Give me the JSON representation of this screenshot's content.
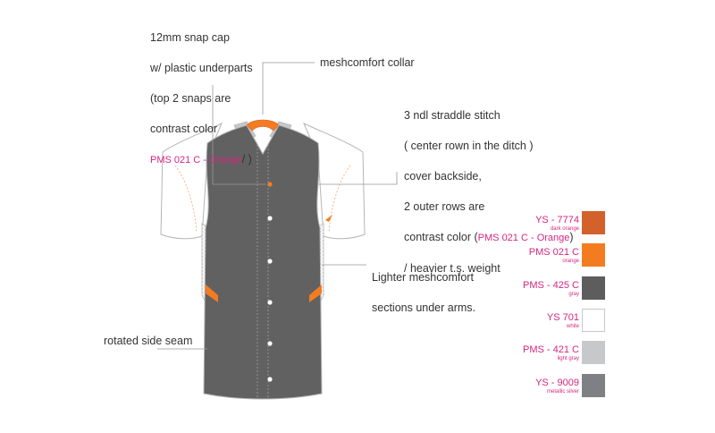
{
  "callouts": {
    "snap_cap": {
      "line1": "12mm snap cap",
      "line2": "w/ plastic underparts",
      "line3": "(top 2 snaps are",
      "line4": "contrast color",
      "pms": "PMS 021 C - Orange",
      "tail": "/ )"
    },
    "collar": "meshcomfort collar",
    "stitch": {
      "line1": "3 ndl straddle stitch",
      "line2": "( center rown in the ditch )",
      "line3": "cover backside,",
      "line4": "2 outer rows are",
      "line5_pre": "contrast color (",
      "pms": "PMS 021 C - Orange",
      "line5_post": ")",
      "line6": "/ heavier t.s. weight"
    },
    "mesh_sections": {
      "line1": "Lighter meshcomfort",
      "line2": "sections under arms."
    },
    "side_seam": "rotated side seam"
  },
  "colors": {
    "body": "#616161",
    "sleeve": "#ffffff",
    "outline": "#b5b5b5",
    "orange": "#f47c20",
    "pink_text": "#d6267f"
  },
  "swatches": [
    {
      "name": "YS - 7774",
      "sub": "dark orange",
      "color": "#d2612c"
    },
    {
      "name": "PMS 021 C",
      "sub": "orange",
      "color": "#f47c20"
    },
    {
      "name": "PMS - 425 C",
      "sub": "gray",
      "color": "#5d5d5d"
    },
    {
      "name": "YS 701",
      "sub": "white",
      "color": "#ffffff"
    },
    {
      "name": "PMS - 421 C",
      "sub": "light gray",
      "color": "#c7c8ca"
    },
    {
      "name": "YS - 9009",
      "sub": "metallic silver",
      "color": "#7f8083"
    }
  ]
}
